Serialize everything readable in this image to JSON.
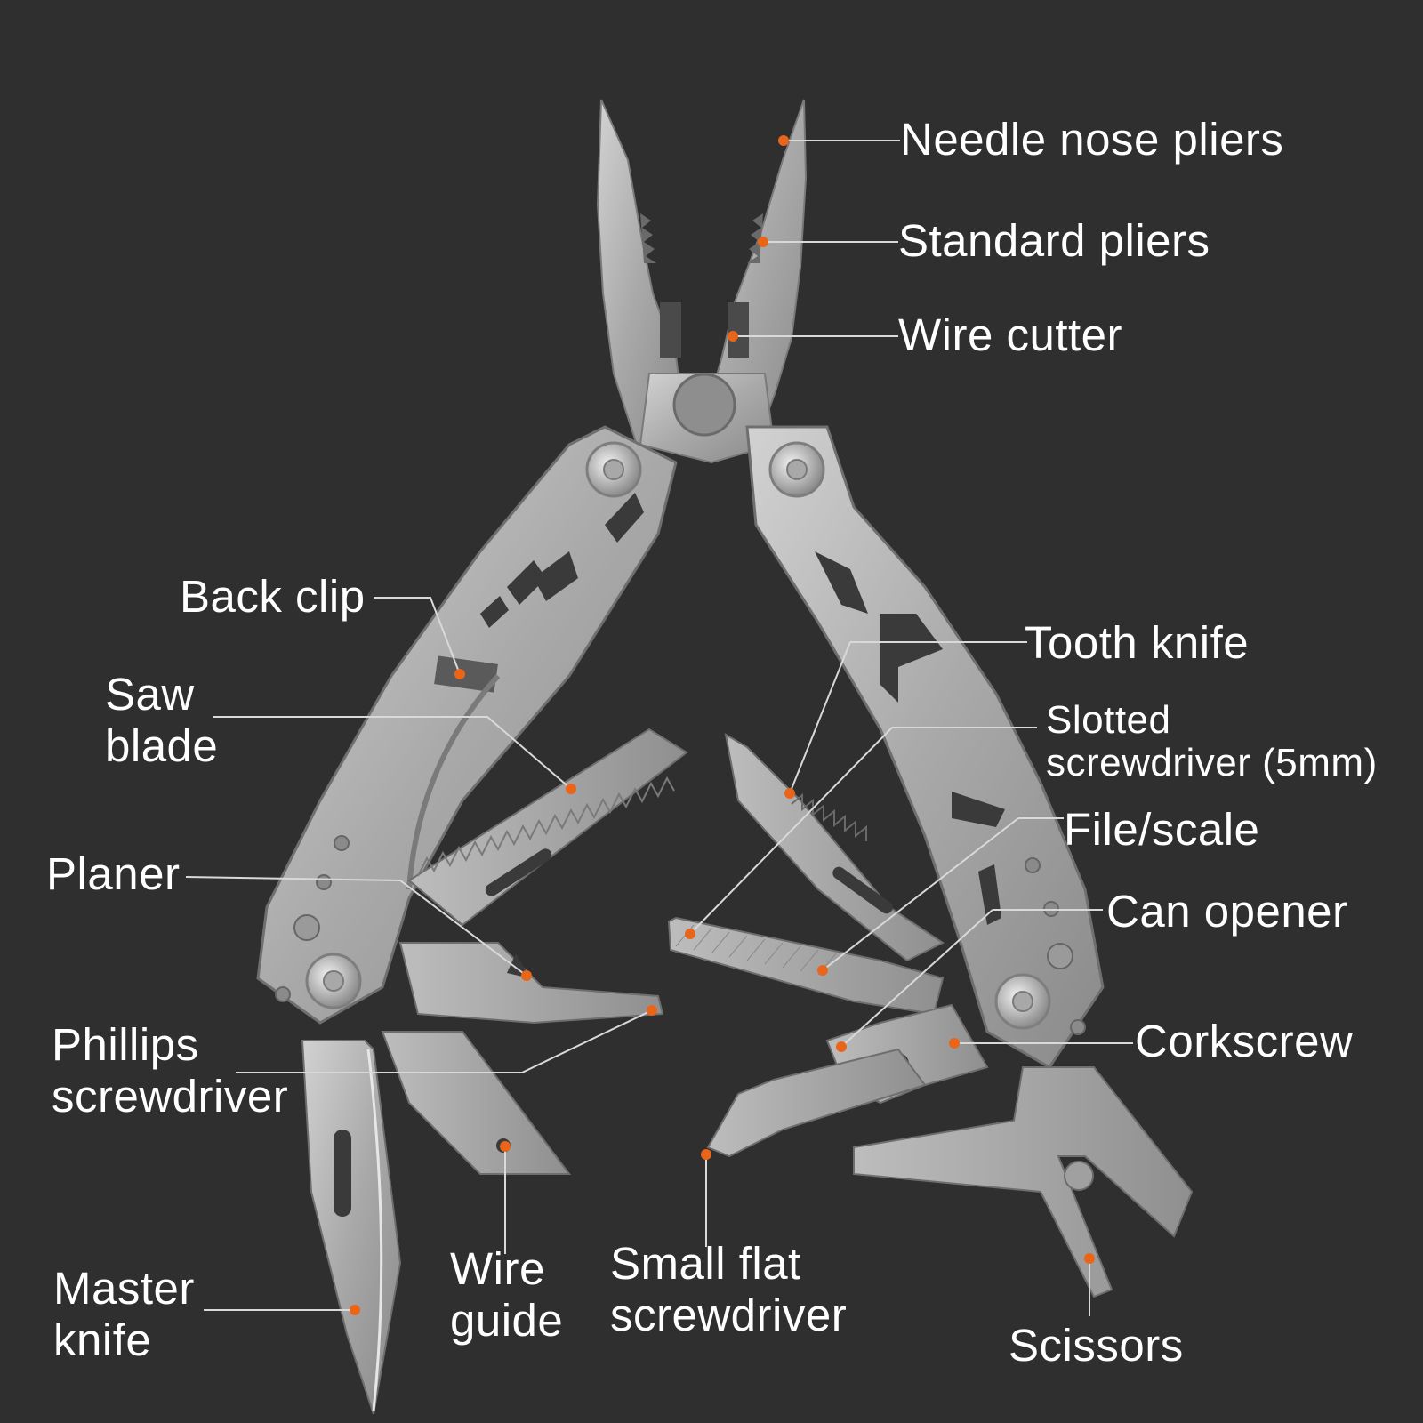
{
  "theme": {
    "background": "#2f2f2f",
    "metal_light": "#c2c2c2",
    "metal_mid": "#9a9a9a",
    "metal_dark": "#6e6e6e",
    "leader_color": "#d9d9d9",
    "marker_color": "#e8651a",
    "text_color": "#ffffff"
  },
  "labels": {
    "needle_nose": "Needle nose pliers",
    "standard_pliers": "Standard pliers",
    "wire_cutter": "Wire cutter",
    "back_clip": "Back clip",
    "saw_line1": "Saw",
    "saw_line2": "blade",
    "tooth_knife": "Tooth knife",
    "slotted_line1": "Slotted",
    "slotted_line2": "screwdriver (5mm)",
    "file_scale": "File/scale",
    "planer": "Planer",
    "can_opener": "Can opener",
    "phillips_line1": "Phillips",
    "phillips_line2": "screwdriver",
    "corkscrew": "Corkscrew",
    "master_line1": "Master",
    "master_line2": "knife",
    "wire_guide_line1": "Wire",
    "wire_guide_line2": "guide",
    "small_flat_line1": "Small flat",
    "small_flat_line2": "screwdriver",
    "scissors": "Scissors"
  }
}
